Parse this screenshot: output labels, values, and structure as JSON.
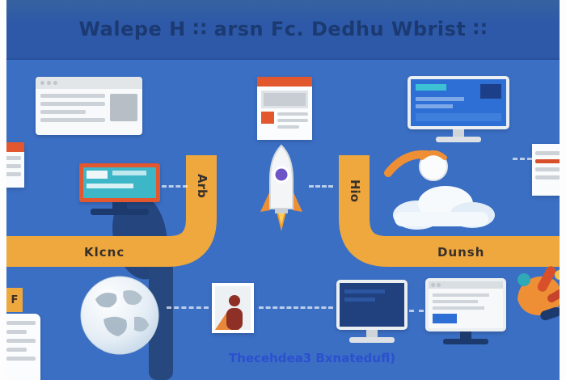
{
  "header": {
    "title": "Walepe H ∷ arsn Fc. Dedhu Wbrist ∷"
  },
  "roads": {
    "left_vertical": "Arb",
    "left_horizontal": "Klcnc",
    "right_vertical": "Hio",
    "right_horizontal": "Dunsh"
  },
  "tags": {
    "phone_tag": "F"
  },
  "caption": "Thecehdea3 Bxnatedufl)",
  "colors": {
    "background": "#3b6fc4",
    "header_band": "#2d59a8",
    "header_text": "#1c3a72",
    "road_orange": "#efa83e",
    "road_text": "#38302a",
    "accent_orange": "#e2572e",
    "teal": "#3db6c8",
    "screen_blue": "#2e6fd6",
    "navy": "#1d3a6e",
    "caption_blue": "#2b50cf",
    "margin_white": "#fdfdfd"
  },
  "icons": {
    "browser-window-icon": "large window card with gray text lines",
    "mini-browser-icon": "small page card with orange header",
    "desktop-monitor-icon": "monitor with blue web screen",
    "side-card-left-icon": "partial card at left edge",
    "side-card-right-icon": "partial card at right edge",
    "orange-monitor-icon": "orange-framed screen with teal page",
    "rocket-icon": "launching rocket with flame",
    "comet-icon": "comet with orange trail",
    "cloud-icon": "cloud",
    "globe-icon": "globe with continents",
    "photo-card-icon": "photo card with person silhouette",
    "dark-monitor-icon": "monitor with dark navy screen",
    "browser-monitor-icon": "monitor showing browser page",
    "tools-icon": "colorful tools cluster",
    "smartphone-icon": "smartphone with text lines"
  }
}
